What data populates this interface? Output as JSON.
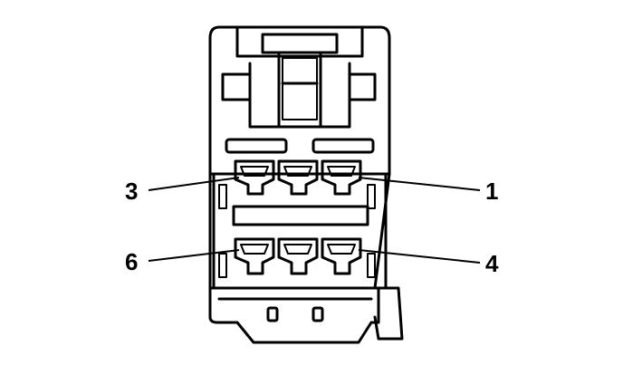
{
  "diagram": {
    "labels": {
      "pin_1": "1",
      "pin_3": "3",
      "pin_4": "4",
      "pin_6": "6"
    },
    "colors": {
      "stroke": "#000000",
      "background": "#ffffff"
    }
  }
}
